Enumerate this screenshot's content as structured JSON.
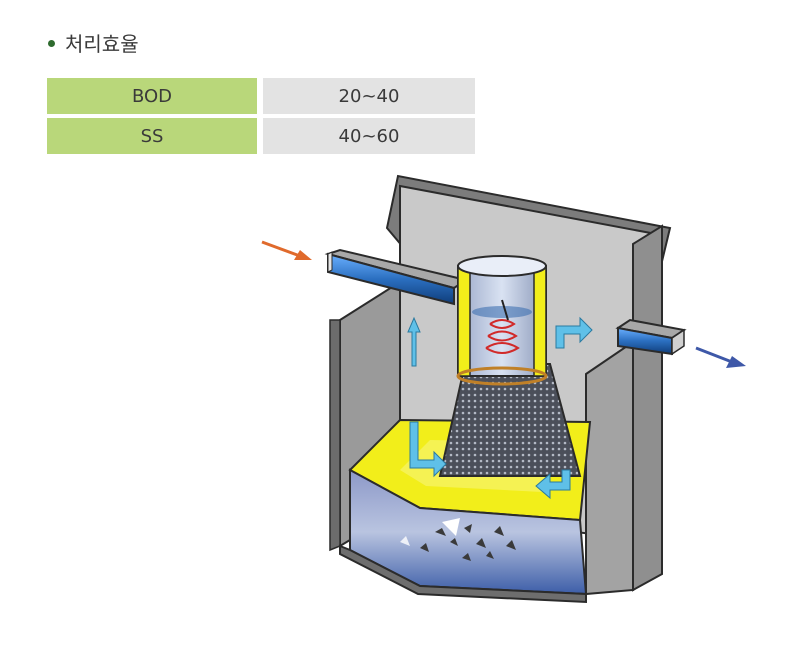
{
  "heading": {
    "title": "처리효율"
  },
  "efficiency_table": {
    "rows": [
      {
        "label": "BOD",
        "value": "20~40"
      },
      {
        "label": "SS",
        "value": "40~60"
      }
    ]
  },
  "colors": {
    "label_cell": "#b9d77a",
    "value_cell": "#e3e3e3",
    "tank_wall": "#8e8e8e",
    "pipe": "#2b6fc0",
    "yellow_baffle": "#f2ee1a",
    "inlet_arrow": "#e06a2c",
    "outlet_arrow": "#3e58a8",
    "flow_arrow": "#5fc0e8"
  },
  "diagram": {
    "icons": [
      "inlet-arrow-icon",
      "outlet-arrow-icon",
      "flow-arrow-icon"
    ]
  }
}
